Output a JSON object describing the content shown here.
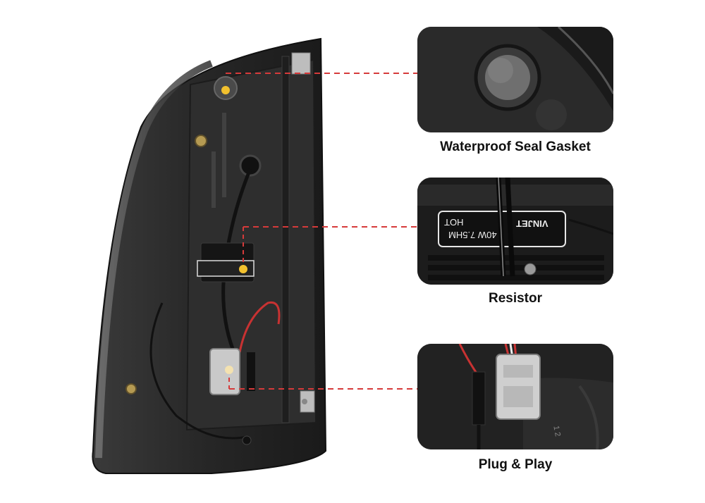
{
  "callouts": [
    {
      "label": "Waterproof Seal Gasket"
    },
    {
      "label": "Resistor"
    },
    {
      "label": "Plug & Play"
    }
  ],
  "resistor_marking": {
    "brand": "VINJET",
    "line1": "HOT",
    "line2": "40W 7.5HM"
  },
  "plug_marking": "1 2",
  "colors": {
    "background": "#ffffff",
    "leader_line": "#d63a3a",
    "marker_dot": "#f2c12e",
    "housing": "#2a2a2a"
  }
}
